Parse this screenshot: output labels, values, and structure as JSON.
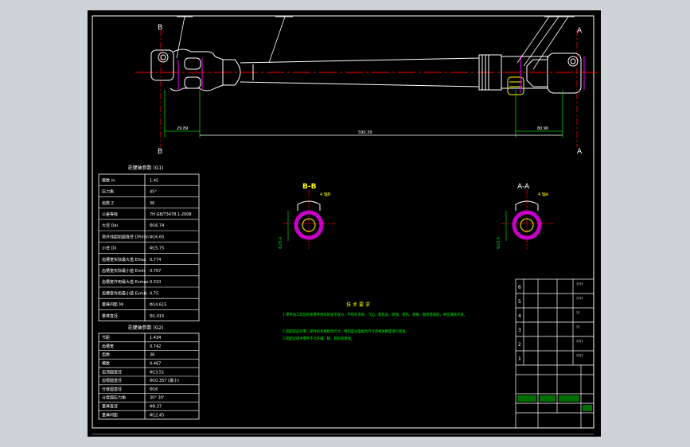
{
  "section_marks": {
    "b": "B",
    "a": "A"
  },
  "dimensions": {
    "left": "29.89",
    "middle": "590.39",
    "right": "80.90"
  },
  "section_views": {
    "bb": {
      "title": "B-B",
      "tag": "4 轴B",
      "diameter": "Φ29.4"
    },
    "aa": {
      "title": "A-A",
      "tag": "4 轴A",
      "diameter": "Φ29.4"
    }
  },
  "spline_table_1": {
    "title": "花键轴参数 (G1)",
    "rows": [
      [
        "模数 m",
        "1.45"
      ],
      [
        "压力角",
        "45°"
      ],
      [
        "齿数 Z",
        "36"
      ],
      [
        "公差等级",
        "7H GB/T3478.1-2008"
      ],
      [
        "大径 Dei",
        "Φ16.74"
      ],
      [
        "渐开线起始圆直径 DFimin",
        "Φ16.65"
      ],
      [
        "小径 Dii",
        "Φ15.75"
      ],
      [
        "齿槽宽实际最大值 Emax",
        "0.774"
      ],
      [
        "齿槽宽实际最小值 Emin",
        "0.707"
      ],
      [
        "齿槽宽作用最大值 Evmax",
        "0.310"
      ],
      [
        "齿槽宽作用最小值 Evmin",
        "0.75"
      ],
      [
        "量棒间距 Mi",
        "Φ14.615"
      ],
      [
        "量棒直径",
        "Φ1.015"
      ]
    ]
  },
  "spline_table_2": {
    "title": "花键轴参数 (G2)",
    "rows": [
      [
        "节距",
        "1.434"
      ],
      [
        "齿槽宽",
        "0.742"
      ],
      [
        "齿数",
        "36"
      ],
      [
        "模数",
        "0.467"
      ],
      [
        "齿顶圆直径",
        "Φ13.51"
      ],
      [
        "齿根圆直径",
        "Φ10.357 (最小)"
      ],
      [
        "分度圆直径",
        "Φ16"
      ],
      [
        "分度圆压力角",
        "30° 30'"
      ],
      [
        "量棒直径",
        "Φ9.37"
      ],
      [
        "量棒间距",
        "Φ12.45"
      ]
    ]
  },
  "technical_requirements": {
    "title": "技 术 要 求",
    "lines": [
      "1.零件加工前应检查零件材料的化学成分，不得有毛刺、飞边、氧化皮、锈蚀、损伤、划痕、裂纹等缺陷，并应清除干净。",
      "2.装配前应对零、部件的主要配合尺寸，特别是过盈配合尺寸及相关精度进行复查。",
      "3.装配过程中零件不允许磕、碰、划伤和锈蚀。"
    ]
  },
  "title_block": {
    "row_numbers": [
      "6",
      "5",
      "4",
      "3",
      "2",
      "1"
    ],
    "row_labels": [
      "????",
      "????",
      "??",
      "??",
      "????",
      "????"
    ]
  },
  "colors": {
    "background": "#000000",
    "frame": "#ffffff",
    "centerline": "#ff0000",
    "leader": "#ffffff",
    "dimension_green": "#00d000",
    "part_magenta": "#c800c8",
    "section_yellow": "#ffff00",
    "text_green": "#00ff00"
  }
}
